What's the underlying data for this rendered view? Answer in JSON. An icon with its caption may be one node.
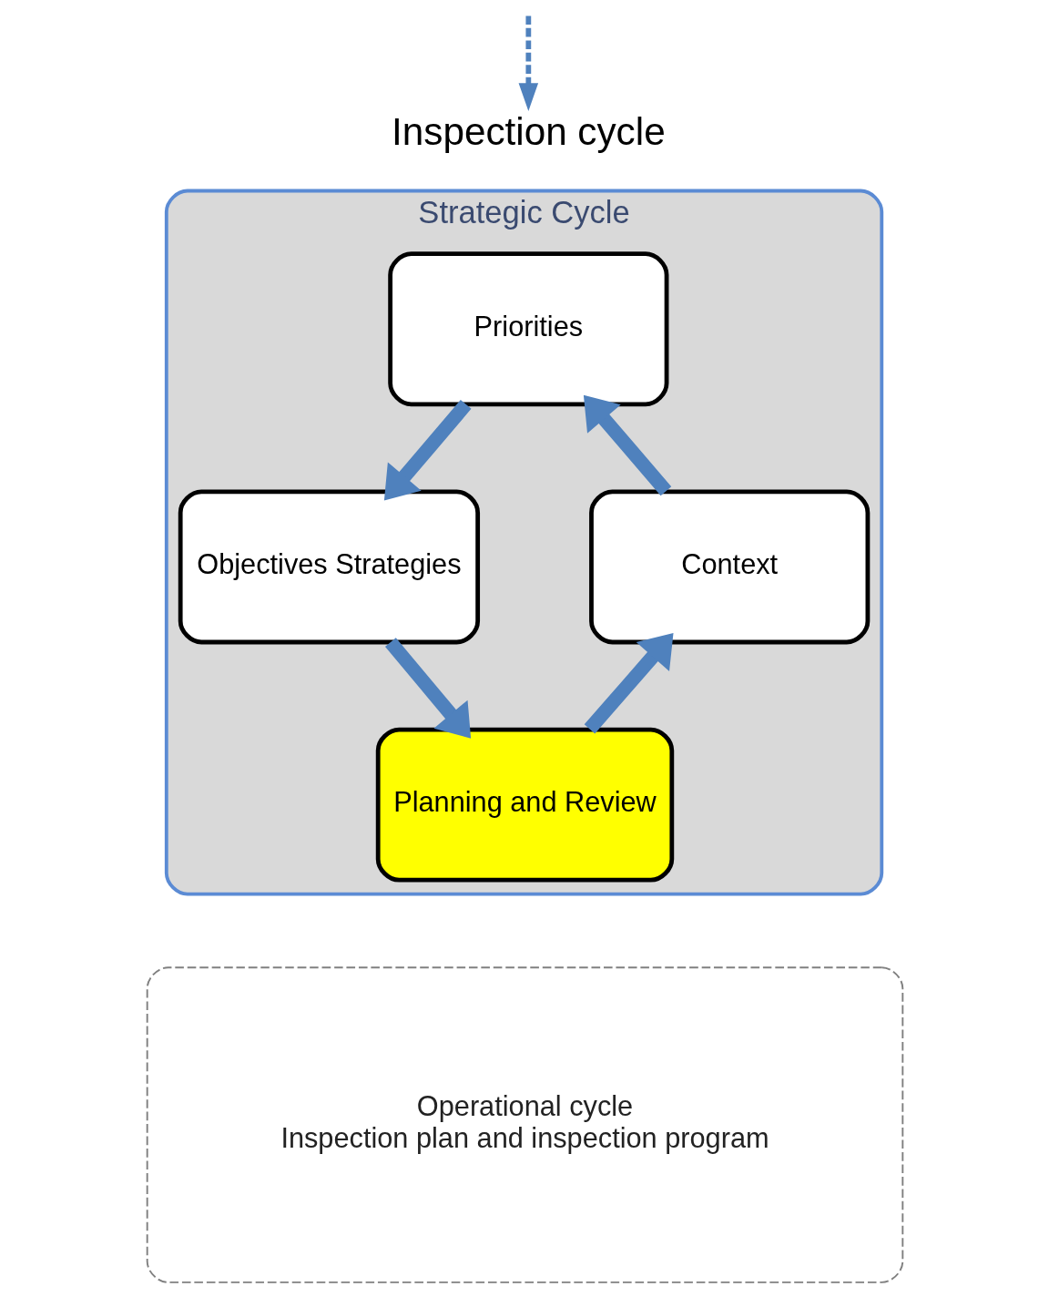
{
  "diagram": {
    "nodes": [
      {
        "text": [
          "Inspection cycle"
        ]
      },
      {
        "text": [
          "Strategic Cycle"
        ]
      },
      {
        "text": [
          "Priorities"
        ],
        "in": 1
      },
      {
        "text": [
          "Objectives Strategies"
        ],
        "in": 1
      },
      {
        "text": [
          "Context"
        ],
        "in": 1
      },
      {
        "text": [
          "Planning and Review"
        ],
        "in": 1
      },
      {
        "text": [
          "Operational cycle",
          "Inspection plan and inspection program"
        ]
      }
    ],
    "edges": [
      {
        "from": null,
        "to": 0,
        "arrow": "to",
        "style": "dashed"
      },
      {
        "from": 2,
        "to": 3,
        "arrow": "to"
      },
      {
        "from": 3,
        "to": 5,
        "arrow": "to"
      },
      {
        "from": 5,
        "to": 4,
        "arrow": "to"
      },
      {
        "from": 4,
        "to": 2,
        "arrow": "to"
      }
    ]
  }
}
